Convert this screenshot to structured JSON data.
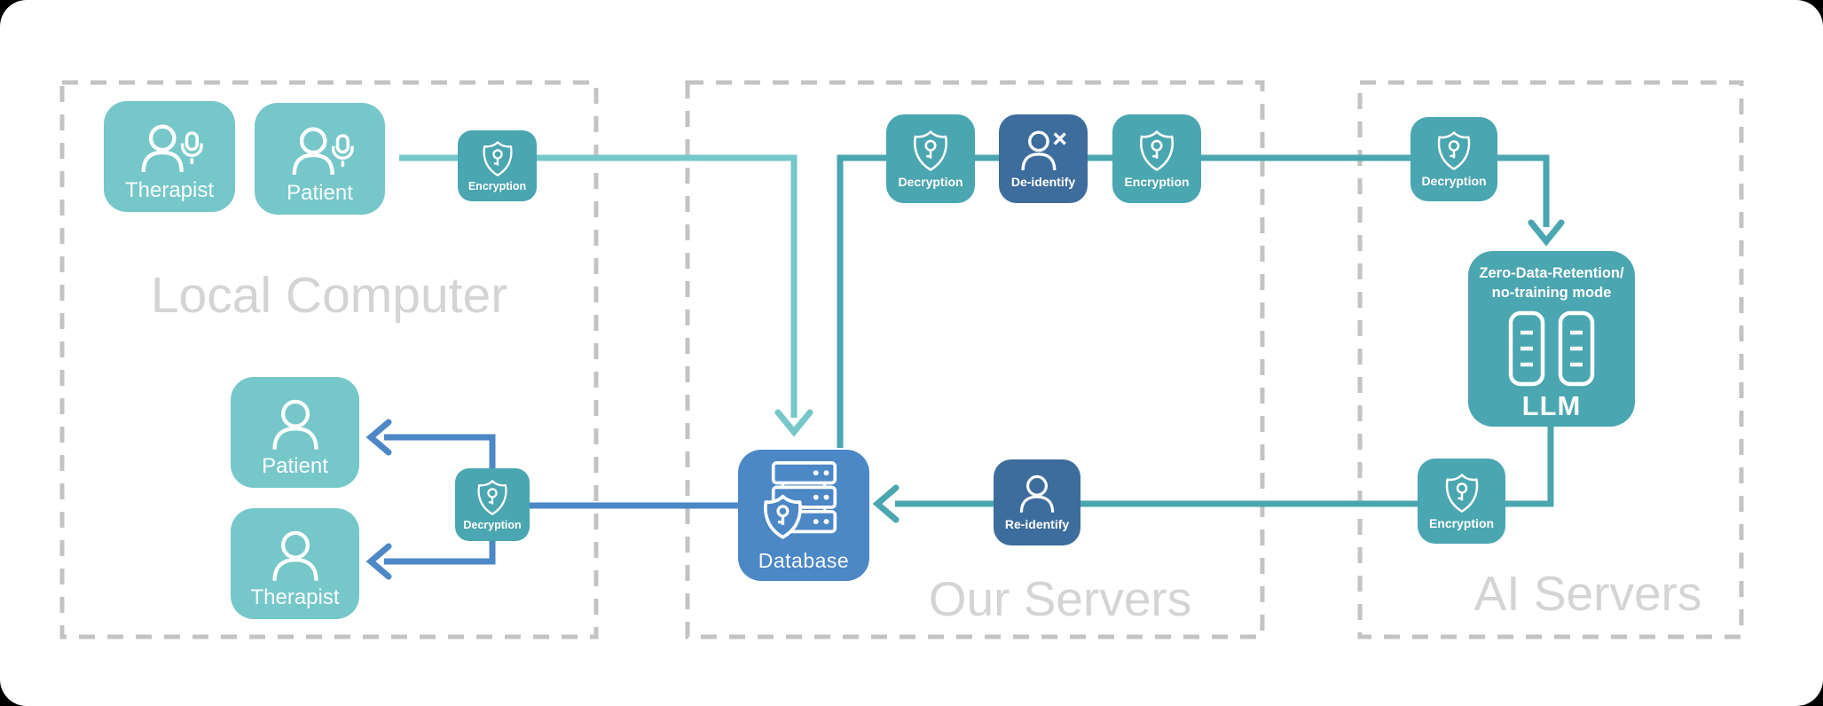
{
  "colors": {
    "page-bg": "#000000",
    "surface": "#ffffff",
    "teal-light": "#76c7ca",
    "teal-mid": "#4aa6b0",
    "blue-dark": "#3d6d9c",
    "blue-db": "#4c87c6",
    "dash-gray": "#c3c3c3",
    "gray-label": "#d4d4d4",
    "white": "#ffffff"
  },
  "sections": {
    "local": {
      "label": "Local Computer"
    },
    "ours": {
      "label": "Our Servers"
    },
    "ai": {
      "label": "AI Servers"
    }
  },
  "nodes": {
    "therapist_top": {
      "label": "Therapist",
      "icon": "person-mic-icon"
    },
    "patient_top": {
      "label": "Patient",
      "icon": "person-mic-icon"
    },
    "encryption_top": {
      "label": "Encryption",
      "icon": "shield-key-icon"
    },
    "decryption_mid": {
      "label": "Decryption",
      "icon": "shield-key-icon"
    },
    "deidentify": {
      "label": "De-identify",
      "icon": "person-x-icon"
    },
    "encryption_mid": {
      "label": "Encryption",
      "icon": "shield-key-icon"
    },
    "decryption_ai": {
      "label": "Decryption",
      "icon": "shield-key-icon"
    },
    "llm": {
      "title_line1": "Zero-Data-Retention/",
      "title_line2": "no-training mode",
      "label": "LLM",
      "icon": "server-rack-icon"
    },
    "encryption_ai": {
      "label": "Encryption",
      "icon": "shield-key-icon"
    },
    "reidentify": {
      "label": "Re-identify",
      "icon": "person-icon"
    },
    "database": {
      "label": "Database",
      "icon": "database-shield-icon"
    },
    "decryption_local": {
      "label": "Decryption",
      "icon": "shield-key-icon"
    },
    "patient_bottom": {
      "label": "Patient",
      "icon": "person-icon"
    },
    "therapist_bottom": {
      "label": "Therapist",
      "icon": "person-icon"
    }
  }
}
